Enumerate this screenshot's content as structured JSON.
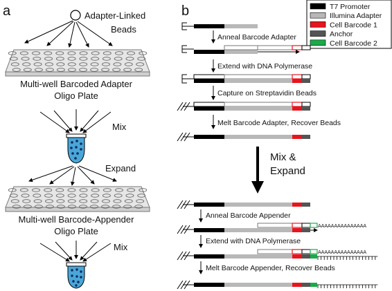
{
  "panel_labels": {
    "a": "a",
    "b": "b"
  },
  "left": {
    "beads_label": "Adapter-Linked",
    "beads_label2": "Beads",
    "plate1_label": "Multi-well Barcoded Adapter",
    "plate1_label2": "Oligo Plate",
    "mix1": "Mix",
    "expand": "Expand",
    "plate2_label": "Multi-well Barcode-Appender",
    "plate2_label2": "Oligo Plate",
    "mix2": "Mix"
  },
  "legend": [
    {
      "label": "T7 Promoter",
      "color": "#000000"
    },
    {
      "label": "Illumina Adapter",
      "color": "#b8b8b8"
    },
    {
      "label": "Cell Barcode 1",
      "color": "#e8141e"
    },
    {
      "label": "Anchor",
      "color": "#555555"
    },
    {
      "label": "Cell Barcode 2",
      "color": "#1aaa4a"
    }
  ],
  "steps": {
    "s1": "Anneal Barcode Adapter",
    "s2": "Extend with DNA Polymerase",
    "s3": "Capture on Streptavidin Beads",
    "s4": "Melt Barcode Adapter, Recover Beads",
    "mix_expand_1": "Mix &",
    "mix_expand_2": "Expand",
    "s5": "Anneal Barcode Appender",
    "s6": "Extend with DNA Polymerase",
    "s7": "Melt Barcode Appender, Recover Beads"
  },
  "polya": "AAAAAAAAAAAAAAA"
}
